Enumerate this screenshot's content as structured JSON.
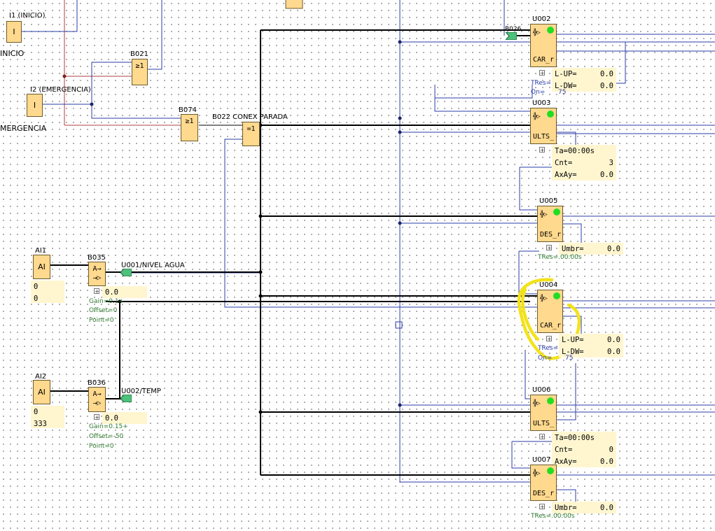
{
  "inputs": {
    "i1": {
      "block_label": "I",
      "label": "I1 (INICIO)",
      "side_text": "INICIO"
    },
    "i2": {
      "block_label": "I",
      "label": "I2 (EMERGENCIA)",
      "side_text": "MERGENCIA"
    }
  },
  "analog_inputs": {
    "ai1": {
      "name": "AI1",
      "block_label": "AI",
      "value1": "0",
      "value2": "0"
    },
    "ai2": {
      "name": "AI2",
      "block_label": "AI",
      "value1": "0",
      "value2": "333"
    }
  },
  "gates": {
    "b021": {
      "name": "B021",
      "symbol": "≥1"
    },
    "b074": {
      "name": "B074",
      "symbol": "≥1"
    },
    "b022": {
      "name": "B022 CONEX PARADA",
      "symbol": "=1"
    },
    "b026": {
      "name": "B026"
    }
  },
  "amplifiers": {
    "b035": {
      "name": "B035",
      "value": "0.0",
      "gain": "Gain=0.1+",
      "offset": "Offset=0",
      "point": "Point=0",
      "output_label": "U001/NIVEL AGUA"
    },
    "b036": {
      "name": "B036",
      "value": "0.0",
      "gain": "Gain=0.15+",
      "offset": "Offset=-50",
      "point": "Point=0",
      "output_label": "U002/TEMP"
    }
  },
  "udfs": {
    "u002": {
      "name": "U002",
      "type": "CAR_r",
      "rows": [
        {
          "key": "L-UP=",
          "val": "0.0"
        },
        {
          "key": "L-DW=",
          "val": "0.0"
        }
      ],
      "extra1": "TRes=",
      "extra2": "On=",
      "extra2_val": "75"
    },
    "u003": {
      "name": "U003",
      "type": "ULTS_",
      "rows": [
        {
          "key": "Ta=00:00s",
          "val": ""
        },
        {
          "key": "Cnt=",
          "val": "3"
        },
        {
          "key": "AxAy=",
          "val": "0.0"
        }
      ]
    },
    "u005": {
      "name": "U005",
      "type": "DES_r",
      "rows": [
        {
          "key": "Umbr=",
          "val": "0.0"
        }
      ],
      "extra1": "TRes=.00:00s"
    },
    "u004": {
      "name": "U004",
      "type": "CAR_r",
      "rows": [
        {
          "key": "L-UP=",
          "val": "0.0"
        },
        {
          "key": "L-DW=",
          "val": "0.0"
        }
      ],
      "extra1": "TRes=",
      "extra2": "On=",
      "extra2_val": "75"
    },
    "u006": {
      "name": "U006",
      "type": "ULTS_",
      "rows": [
        {
          "key": "Ta=00:00s",
          "val": ""
        },
        {
          "key": "Cnt=",
          "val": "0"
        },
        {
          "key": "AxAy=",
          "val": "0.0"
        }
      ]
    },
    "u007": {
      "name": "U007",
      "type": "DES_r",
      "rows": [
        {
          "key": "Umbr=",
          "val": "0.0"
        }
      ],
      "extra1": "TRes=.00:00s"
    }
  },
  "colors": {
    "wire_black": "#000000",
    "wire_blue": "#2b3ea6",
    "wire_red": "#b04040",
    "block_fill": "#ffd98e",
    "panel_fill": "#fff6d0",
    "status_green": "#22dd22",
    "highlight_yellow": "#f3e21a"
  }
}
